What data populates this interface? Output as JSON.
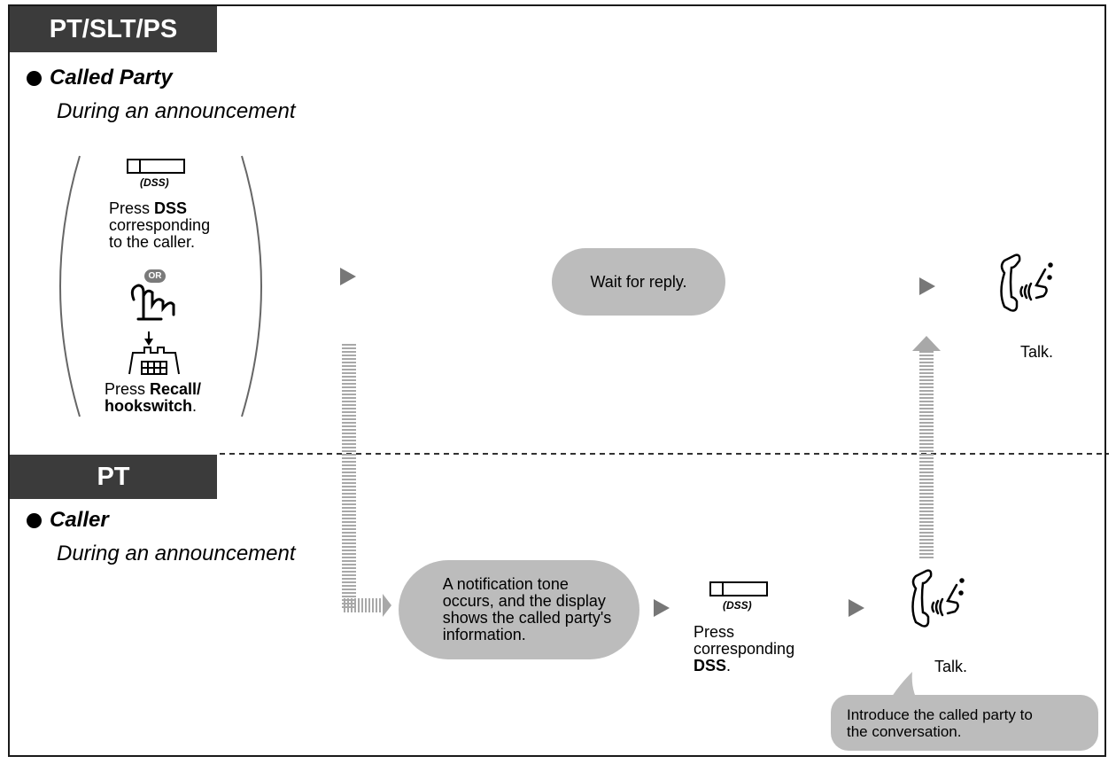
{
  "sections": {
    "top": {
      "tab_label": "PT/SLT/PS",
      "role_label": "Called Party",
      "context": "During an announcement",
      "dss_caption": "(DSS)",
      "press_dss_prefix": "Press ",
      "press_dss_key": "DSS",
      "press_dss_line2": "corresponding",
      "press_dss_line3": "to the caller.",
      "or_label": "OR",
      "recall_prefix": "Press ",
      "recall_key": "Recall/",
      "recall_key_line2": "hookswitch",
      "recall_suffix": ".",
      "wait_bubble": "Wait for reply.",
      "talk_label": "Talk."
    },
    "bottom": {
      "tab_label": "PT",
      "role_label": "Caller",
      "context": "During an announcement",
      "notify_line1": "A notification tone",
      "notify_line2": "occurs, and the display",
      "notify_line3": "shows the called party's",
      "notify_line4": "information.",
      "dss_caption": "(DSS)",
      "press_line1": "Press",
      "press_line2": "corresponding",
      "press_key": "DSS",
      "press_suffix": ".",
      "talk_label": "Talk.",
      "intro_line1": "Introduce the called party to",
      "intro_line2": "the conversation."
    }
  },
  "colors": {
    "tab_bg": "#3b3b3b",
    "bubble_bg": "#bcbcbc",
    "arrow": "#777777",
    "hatch_arrow": "#a8a8a8"
  },
  "icons": [
    "dss-key-icon",
    "or-icon",
    "hand-press-icon",
    "hookswitch-icon",
    "handset-talk-icon",
    "play-arrow-icon",
    "hatched-arrow-icon"
  ]
}
